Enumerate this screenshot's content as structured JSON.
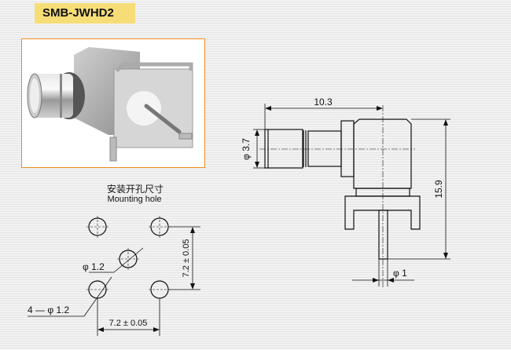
{
  "title": "SMB-JWHD2",
  "mounting": {
    "title_cn": "安装开孔尺寸",
    "title_en": "Mounting hole",
    "hole_dia": "φ 1.2",
    "hole_count_dia": "4 — φ 1.2",
    "spacing_v": "7.2 ± 0.05",
    "spacing_h": "7.2 ± 0.05"
  },
  "side_view": {
    "length": "10.3",
    "barrel_dia": "φ 3.7",
    "height": "15.9",
    "pin_dia": "φ 1"
  },
  "colors": {
    "title_bg": "#f7dd78",
    "photo_border": "#f08a1c"
  }
}
